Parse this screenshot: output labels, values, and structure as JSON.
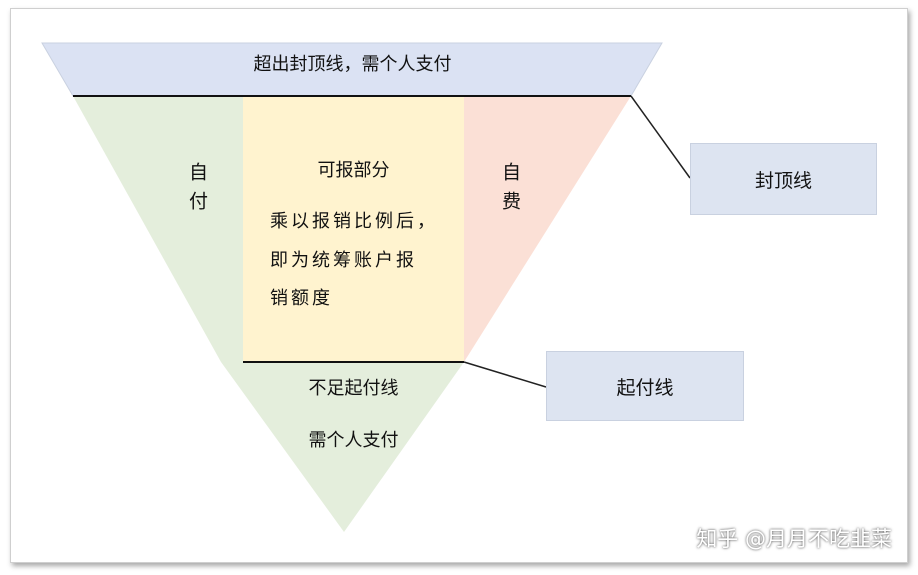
{
  "diagram": {
    "cap_label": "超出封顶线，需个人支付",
    "left_label": "自付",
    "right_label": "自费",
    "center_title": "可报部分",
    "center_text": [
      "乘以报销比例后，",
      "即为统筹账户报",
      "销额度"
    ],
    "bottom_text": [
      "不足起付线",
      "需个人支付"
    ],
    "callout_cap": "封顶线",
    "callout_threshold": "起付线",
    "colors": {
      "cap_band": "#dbe2f3",
      "left_zone": "#e4eedc",
      "center_zone": "#fff3cf",
      "right_zone": "#fbe0d6",
      "bottom_zone": "#e4eedc",
      "callout_box": "#dde4f1"
    }
  },
  "watermark": "知乎 @月月不吃韭菜"
}
